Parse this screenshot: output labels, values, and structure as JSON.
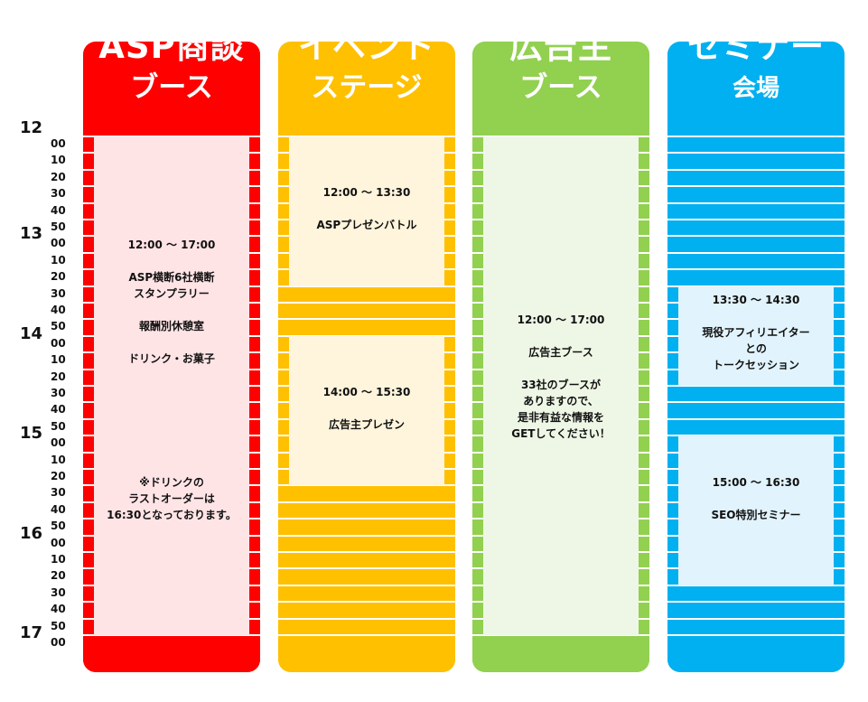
{
  "time_axis": {
    "hours": [
      "12",
      "13",
      "14",
      "15",
      "16",
      "17"
    ],
    "minutes": [
      "00",
      "10",
      "20",
      "30",
      "40",
      "50"
    ]
  },
  "columns": [
    {
      "id": "asp",
      "title_line1": "ASP商談",
      "title_line2": "ブース",
      "color": "#ff0000",
      "stripe_color": "#ff0000",
      "panel_color": "#ffe4e6",
      "events": [
        {
          "lines": [
            "12:00 〜 17:00",
            "",
            "ASP横断6社横断",
            "スタンプラリー",
            "",
            "報酬別休憩室",
            "",
            "ドリンク・お菓子"
          ]
        },
        {
          "lines": [
            "※ドリンクの",
            "ラストオーダーは",
            "16:30となっております。"
          ]
        }
      ]
    },
    {
      "id": "event",
      "title_line1": "イベント",
      "title_line2": "ステージ",
      "color": "#ffc000",
      "stripe_color": "#ffc000",
      "panel_color": "#fff4dc",
      "events": [
        {
          "lines": [
            "12:00 〜 13:30",
            "",
            "ASPプレゼンバトル"
          ]
        },
        {
          "lines": [
            "14:00 〜 15:30",
            "",
            "広告主プレゼン"
          ]
        }
      ]
    },
    {
      "id": "advertiser",
      "title_line1": "広告主",
      "title_line2": "ブース",
      "color": "#92d050",
      "stripe_color": "#92d050",
      "panel_color": "#eef7e6",
      "events": [
        {
          "lines": [
            "12:00 〜 17:00",
            "",
            "広告主ブース",
            "",
            "33社のブースが",
            "ありますので、",
            "是非有益な情報を",
            "GETしてください！"
          ]
        }
      ]
    },
    {
      "id": "seminar",
      "title_line1": "セミナー",
      "title_line2": "会場",
      "color": "#00b0f0",
      "stripe_color": "#00b0f0",
      "panel_color": "#e1f3fc",
      "events": [
        {
          "lines": [
            "13:30 〜 14:30",
            "",
            "現役アフィリエイター",
            "との",
            "トークセッション"
          ]
        },
        {
          "lines": [
            "15:00 〜 16:30",
            "",
            "SEO特別セミナー"
          ]
        }
      ]
    }
  ]
}
